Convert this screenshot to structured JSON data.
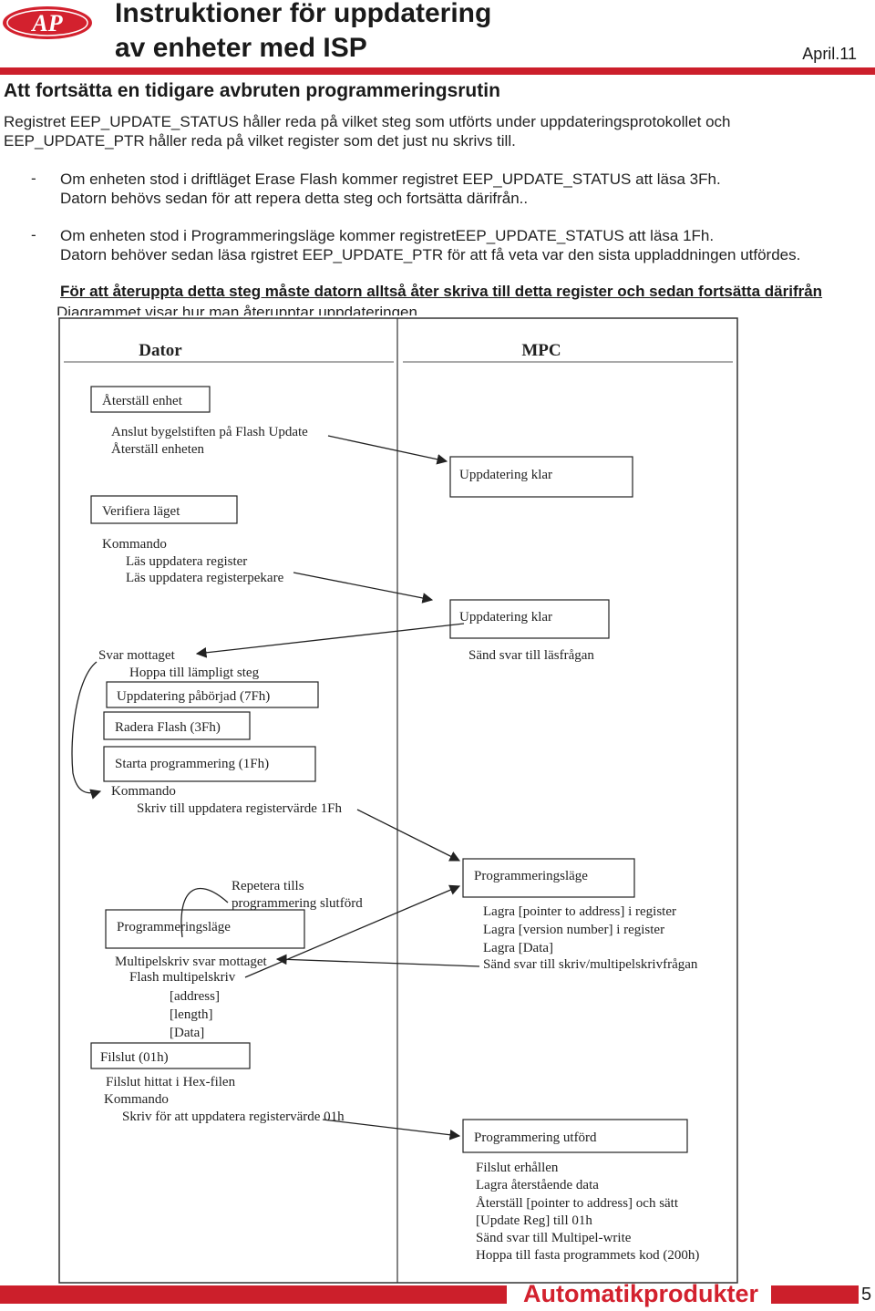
{
  "header": {
    "logo_text": "AP",
    "title_line1": "Instruktioner för uppdatering",
    "title_line2": "av enheter med ISP",
    "date": "April.11",
    "accent_color": "#cc1f2b"
  },
  "section": {
    "heading": "Att fortsätta en tidigare avbruten programmeringsrutin",
    "intro_line1": "Registret EEP_UPDATE_STATUS håller reda på vilket steg som utförts under uppdateringsprotokollet och",
    "intro_line2": "EEP_UPDATE_PTR håller reda på vilket register som det just nu skrivs till.",
    "bullets": [
      {
        "dash": "-",
        "line1": "Om enheten stod i driftläget Erase Flash kommer registret  EEP_UPDATE_STATUS att läsa 3Fh.",
        "line2": "Datorn behövs sedan för att repera detta steg och fortsätta därifrån.."
      },
      {
        "dash": "-",
        "line1": "Om enheten stod i Programmeringsläge kommer registretEEP_UPDATE_STATUS att läsa  1Fh.",
        "line2": "Datorn behöver sedan läsa rgistret EEP_UPDATE_PTR för att få veta var den sista uppladdningen utfördes."
      }
    ],
    "emphasis": "För att återuppta detta steg måste datorn alltså åter skriva till detta register och sedan fortsätta därifrån",
    "caption": "Diagrammet visar hur man återupptar uppdateringen"
  },
  "diagram": {
    "col_left": "Dator",
    "col_right": "MPC",
    "left_boxes": [
      "Återställ enhet",
      "Verifiera läget",
      "Uppdatering påbörjad (7Fh)",
      "Radera Flash (3Fh)",
      "Starta programmering (1Fh)",
      "Programmeringsläge",
      "Filslut (01h)"
    ],
    "left_texts": [
      "Anslut bygelstiften på Flash Update",
      "Återställ enheten",
      "Kommando",
      "Läs uppdatera register",
      "Läs uppdatera registerpekare",
      "Svar mottaget",
      "Hoppa till lämpligt steg",
      "Kommando",
      "Skriv till uppdatera registervärde 1Fh",
      "Repetera tills",
      "programmering slutförd",
      "Multipelskriv svar mottaget",
      "Flash multipelskriv",
      "[address]",
      "[length]",
      "[Data]",
      "Filslut hittat  i Hex-filen",
      "Kommando",
      "Skriv för att uppdatera registervärde 01h"
    ],
    "right_boxes": [
      "Uppdatering klar",
      "Uppdatering klar",
      "Programmeringsläge",
      "Programmering utförd"
    ],
    "right_texts": [
      "Sänd svar till läsfrågan",
      "Lagra [pointer to address] i register",
      "Lagra [version number] i register",
      "Lagra [Data]",
      "Sänd svar till skriv/multipelskrivfrågan",
      "Filslut erhållen",
      "Lagra återstående data",
      "Återställ [pointer to address]  och sätt",
      "[Update Reg] till 01h",
      "Sänd svar till Multipel-write",
      "Hoppa till fasta programmets kod (200h)"
    ]
  },
  "footer": {
    "brand": "Automatikprodukter",
    "page_number": "5"
  }
}
